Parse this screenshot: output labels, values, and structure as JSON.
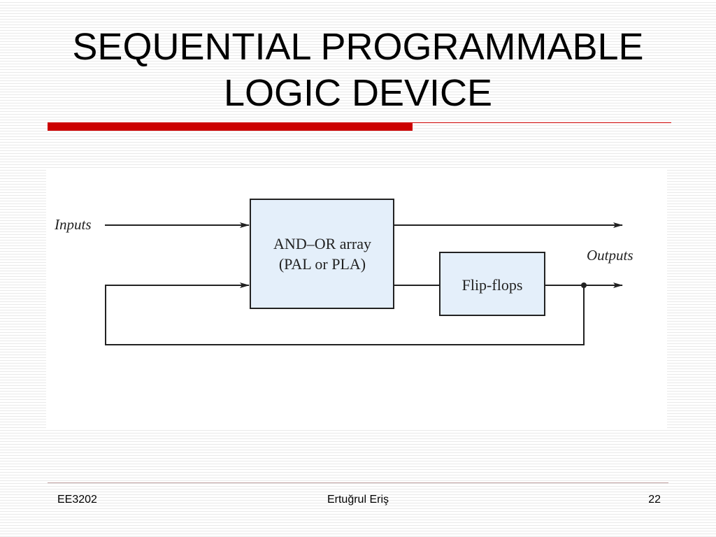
{
  "slide": {
    "title_line1": "SEQUENTIAL PROGRAMMABLE",
    "title_line2": "LOGIC DEVICE",
    "accent_color": "#cc0000"
  },
  "diagram": {
    "inputs_label": "Inputs",
    "outputs_label": "Outputs",
    "and_or_line1": "AND–OR array",
    "and_or_line2": "(PAL or PLA)",
    "flipflops_label": "Flip-flops",
    "block_fill": "#e4effa"
  },
  "footer": {
    "course": "EE3202",
    "author": "Ertuğrul Eriş",
    "page_number": "22"
  }
}
